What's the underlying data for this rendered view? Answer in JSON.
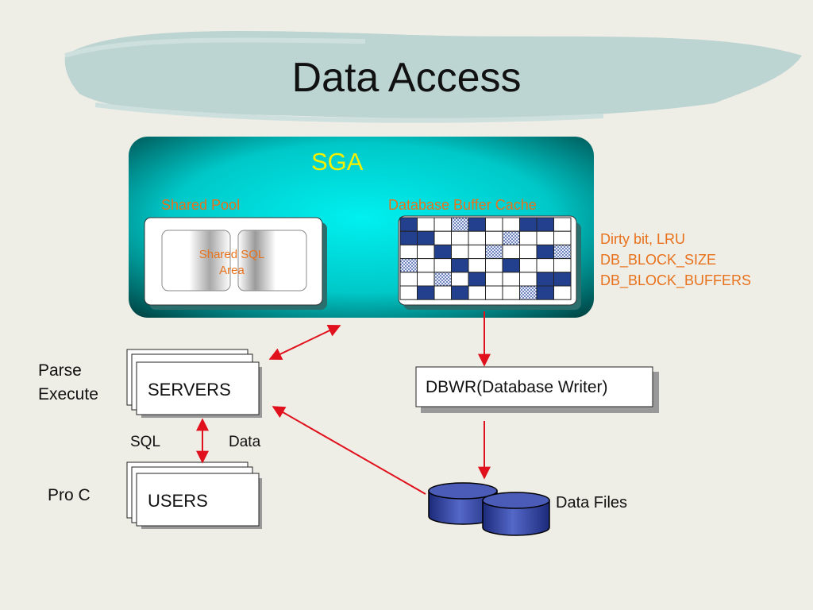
{
  "title": "Data Access",
  "sga": {
    "label": "SGA",
    "shared_pool": {
      "label": "Shared Pool",
      "area_label_line1": "Shared SQL",
      "area_label_line2": "Area"
    },
    "buffer_cache": {
      "label": "Database Buffer Cache"
    }
  },
  "notes": [
    "Dirty bit, LRU",
    "DB_BLOCK_SIZE",
    "DB_BLOCK_BUFFERS"
  ],
  "servers": {
    "label": "SERVERS",
    "side_label_line1": "Parse",
    "side_label_line2": "Execute"
  },
  "users": {
    "label": "USERS",
    "side_label": "Pro C"
  },
  "link_labels": {
    "sql": "SQL",
    "data": "Data"
  },
  "dbwr": {
    "label": "DBWR(Database Writer)"
  },
  "data_files": {
    "label": "Data Files"
  },
  "colors": {
    "sga_cyan": "#00e6e6",
    "sga_dark": "#004848",
    "arrow_red": "#e0101c",
    "cell_navy": "#22408e",
    "label_orange": "#e8721c",
    "sga_yellow": "#f5f000"
  }
}
